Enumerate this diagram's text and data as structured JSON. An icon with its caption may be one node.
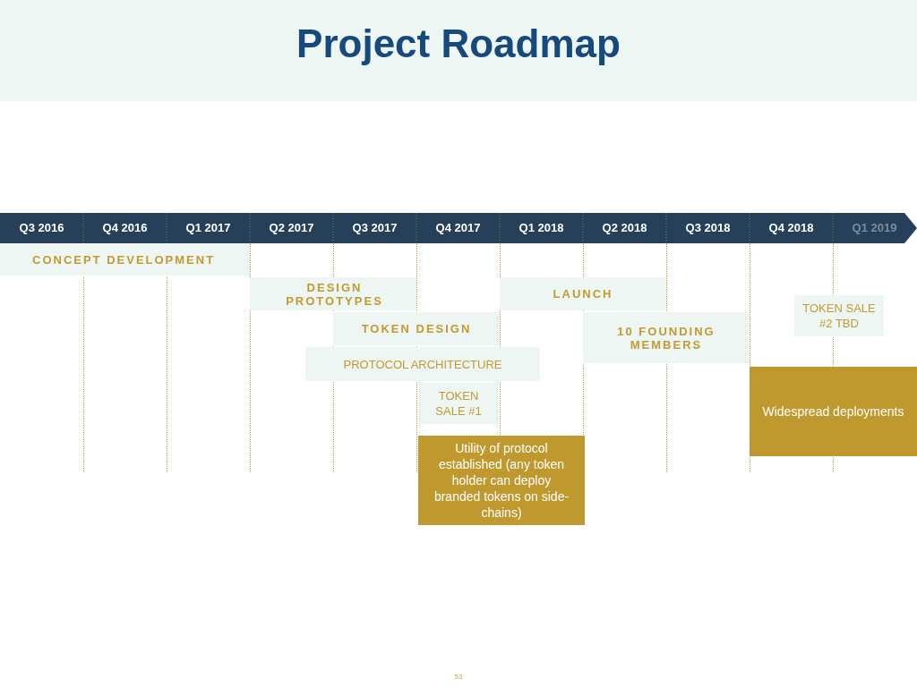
{
  "diagram": {
    "title": "Project Roadmap",
    "nodes": [
      {
        "text": [
          "CONCEPT DEVELOPMENT"
        ]
      },
      {
        "text": [
          "DESIGN PROTOTYPES"
        ]
      },
      {
        "text": [
          "LAUNCH"
        ]
      },
      {
        "text": [
          "TOKEN DESIGN"
        ]
      },
      {
        "text": [
          "10 FOUNDING MEMBERS"
        ]
      },
      {
        "text": [
          "TOKEN SALE #2 TBD"
        ]
      },
      {
        "text": [
          "PROTOCOL ARCHITECTURE"
        ]
      },
      {
        "text": [
          "Widespread deployments"
        ]
      },
      {
        "text": [
          "TOKEN SALE #1"
        ]
      },
      {
        "text": [
          "Utility of protocol established (any token holder can deploy branded tokens on side-chains)"
        ]
      }
    ],
    "labels": [
      "Q3 2016",
      "Q4 2016",
      "Q1 2017",
      "Q2 2017",
      "Q3 2017",
      "Q4 2017",
      "Q1 2018",
      "Q2 2018",
      "Q3 2018",
      "Q4 2018",
      "Q1 2019",
      "53"
    ]
  }
}
